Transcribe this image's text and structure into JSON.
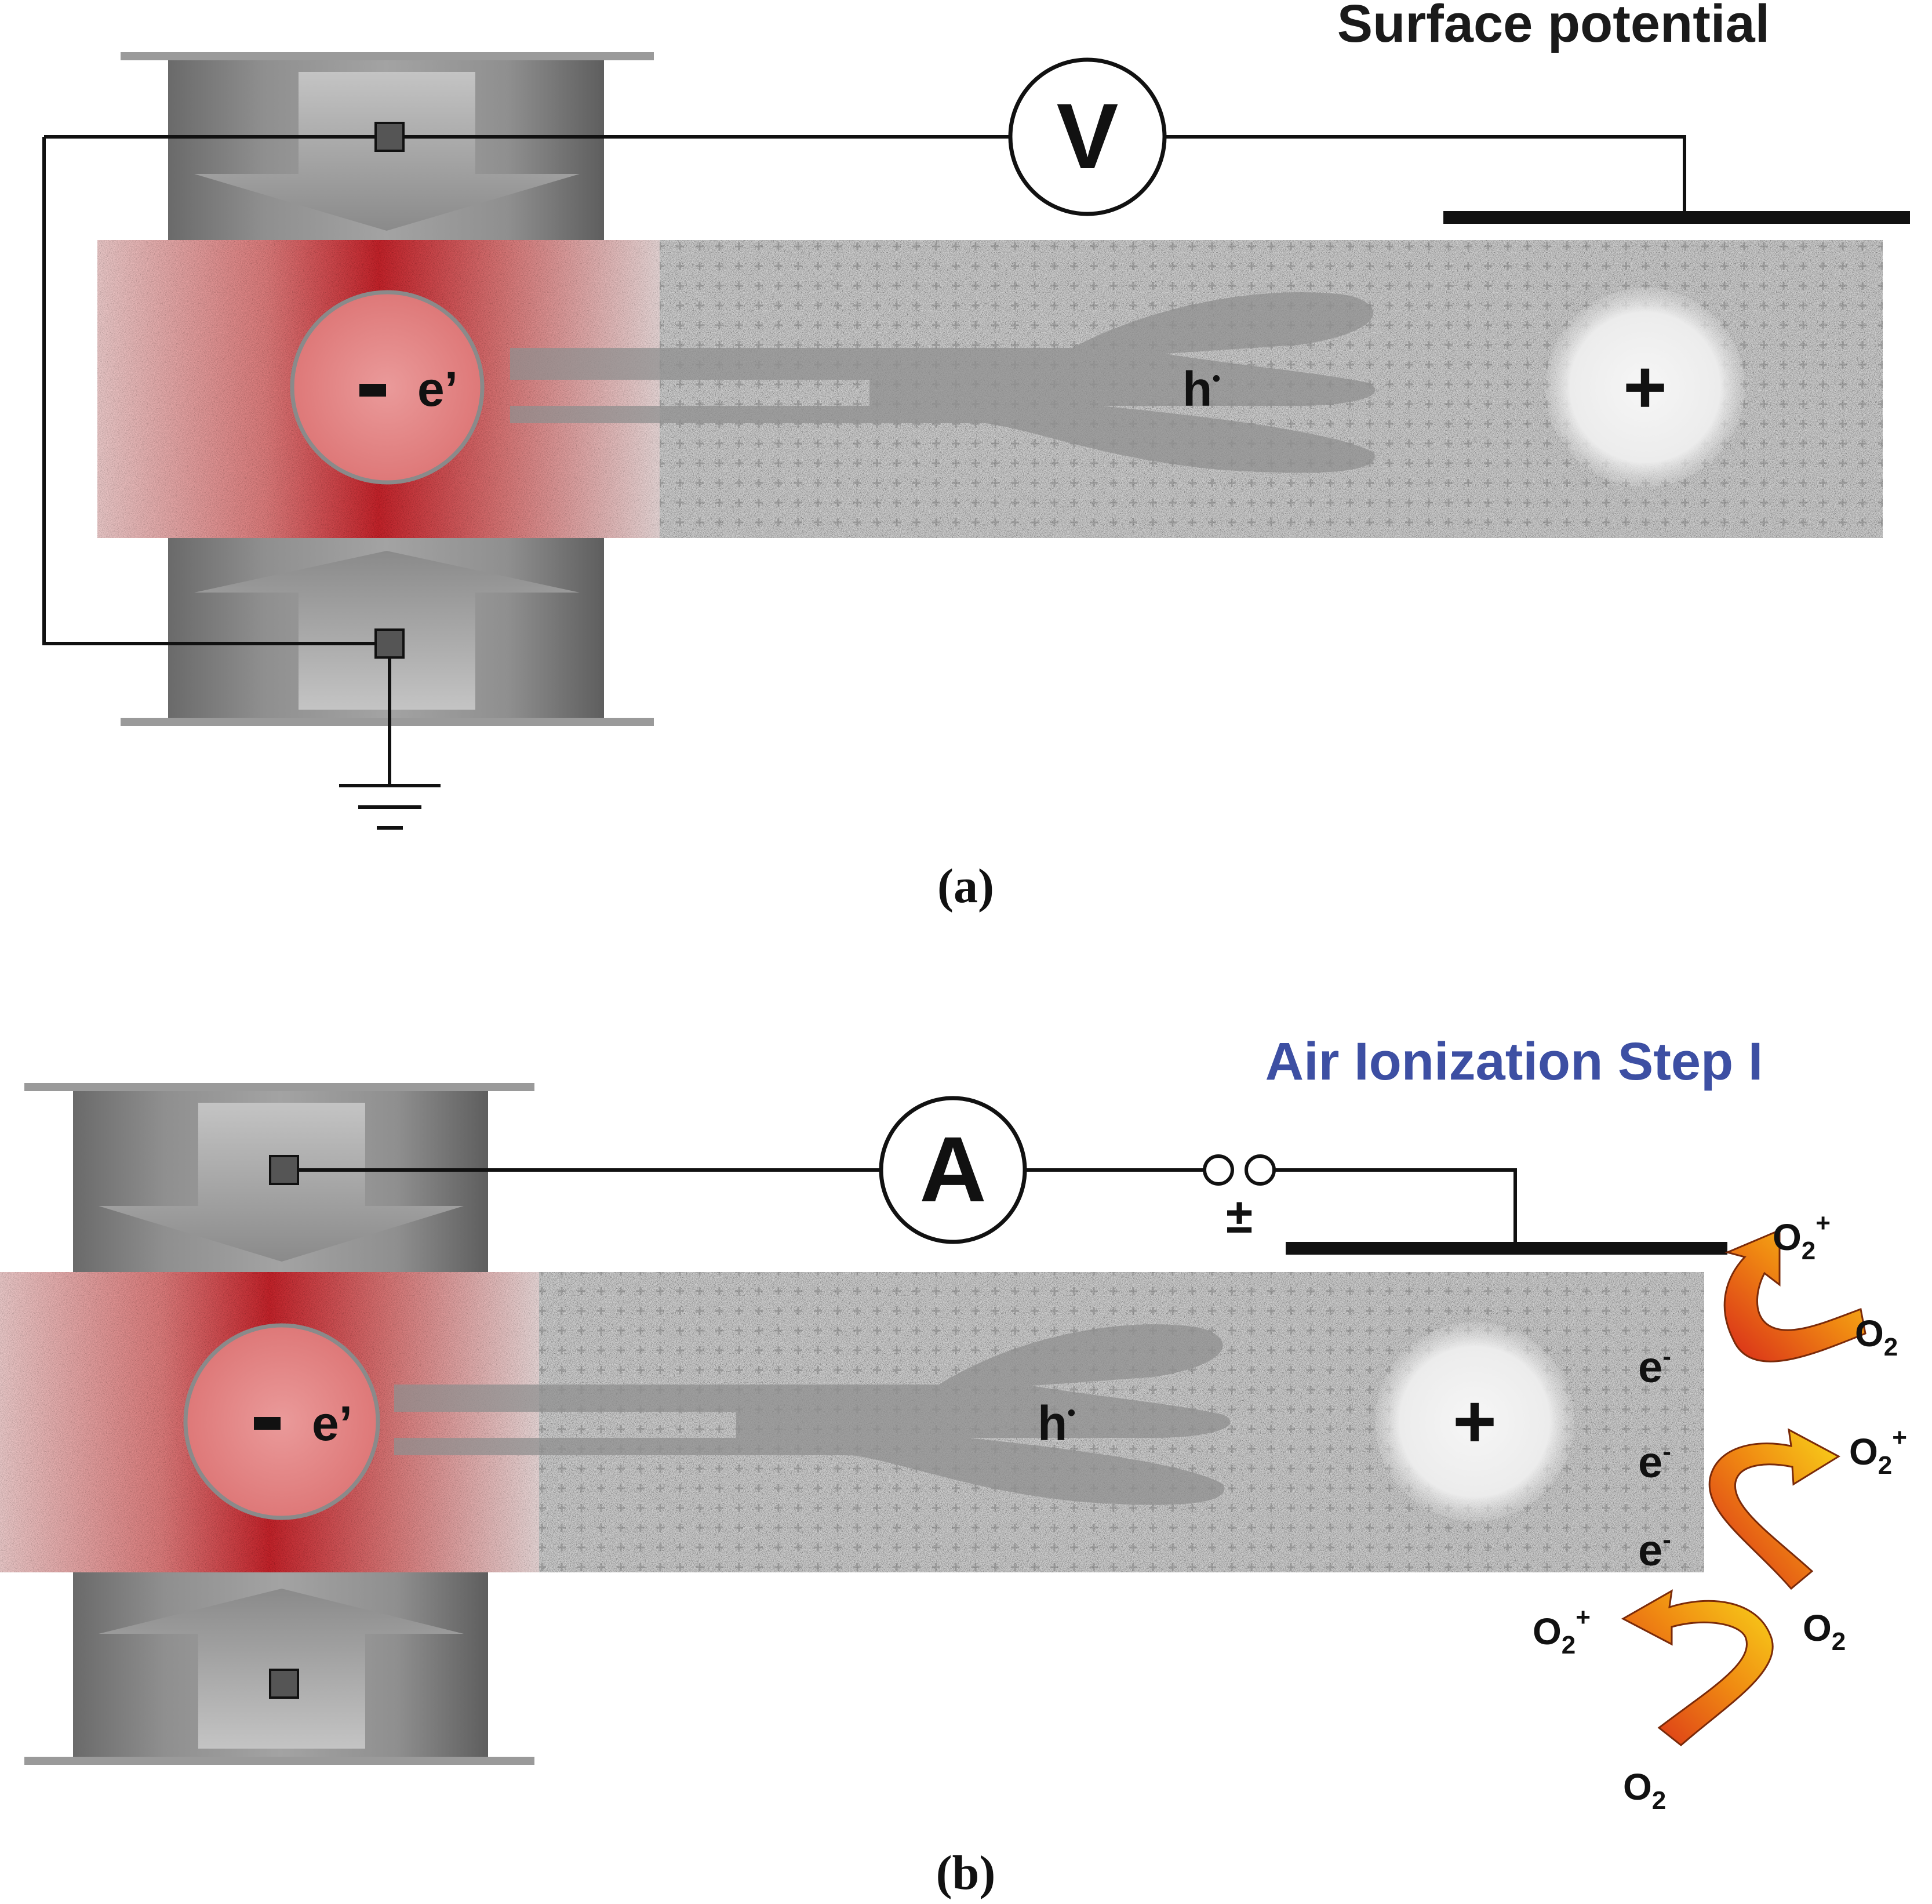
{
  "panel_a": {
    "title": "Surface potential",
    "meter": "V",
    "electron": "e’",
    "electron_sign": "−",
    "hole": "h",
    "hole_sup": "•",
    "positive": "+",
    "label": "(a)"
  },
  "panel_b": {
    "title": "Air Ionization Step I",
    "meter": "A",
    "switch_symbol": "±",
    "electron": "e’",
    "electron_sign": "−",
    "hole": "h",
    "hole_sup": "•",
    "positive": "+",
    "surface_electrons": [
      {
        "base": "e",
        "sup": "-"
      },
      {
        "base": "e",
        "sup": "-"
      },
      {
        "base": "e",
        "sup": "-"
      }
    ],
    "reactions": [
      {
        "reactant": "O",
        "reactant_sub": "2",
        "product": "O",
        "product_sub": "2",
        "product_sup": "+"
      },
      {
        "reactant": "O",
        "reactant_sub": "2",
        "product": "O",
        "product_sub": "2",
        "product_sup": "+"
      },
      {
        "reactant": "O",
        "reactant_sub": "2",
        "product": "O",
        "product_sub": "2",
        "product_sup": "+"
      }
    ],
    "label": "(b)"
  },
  "colors": {
    "title_a": "#1a1a1a",
    "title_b": "#3d4fa3",
    "press_dark": "#5a5a5a",
    "press_light": "#b8b8b8",
    "heated_red": "#c1121f",
    "ceramic_grey": "#c9c9c9",
    "arrow_hot": "#f5c400",
    "arrow_cold": "#d62b12"
  }
}
